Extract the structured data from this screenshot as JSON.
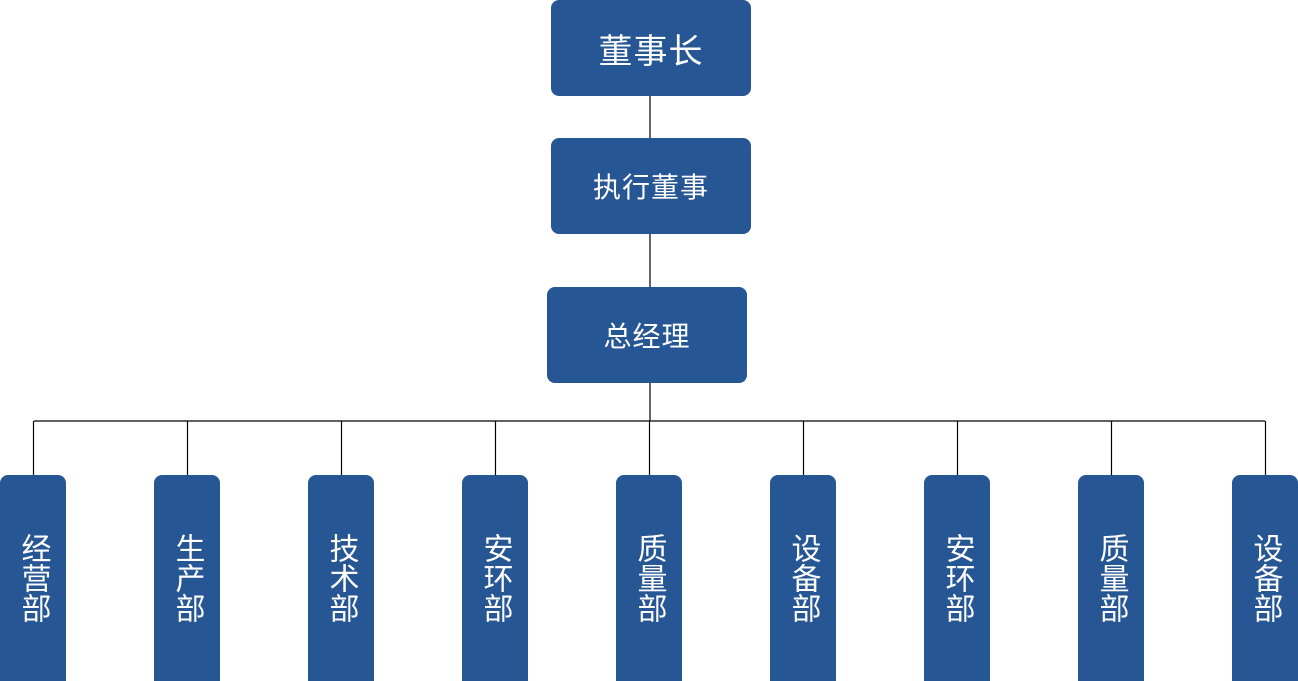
{
  "chart": {
    "root": {
      "label": "董事长"
    },
    "level2": {
      "label": "执行董事"
    },
    "level3": {
      "label": "总经理"
    },
    "departments": [
      {
        "label": "经营部"
      },
      {
        "label": "生产部"
      },
      {
        "label": "技术部"
      },
      {
        "label": "安环部"
      },
      {
        "label": "质量部"
      },
      {
        "label": "设备部"
      },
      {
        "label": "安环部"
      },
      {
        "label": "质量部"
      },
      {
        "label": "设备部"
      }
    ]
  },
  "colors": {
    "box_fill": "#275694",
    "box_text": "#ffffff",
    "connector": "#000000"
  }
}
